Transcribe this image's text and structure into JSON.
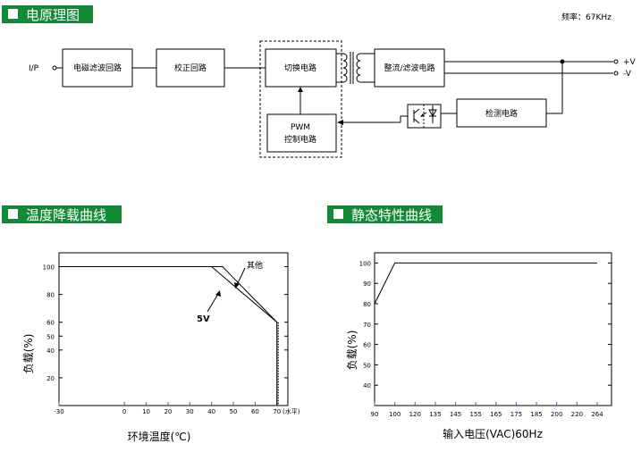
{
  "sections": {
    "principle_title": "电原理图",
    "derating_title": "温度降载曲线",
    "static_title": "静态特性曲线"
  },
  "block_diagram": {
    "frequency": "频率：67KHz",
    "input_label": "I/P",
    "output_pos": "+V",
    "output_neg": "-V",
    "blocks": {
      "emi_filter": "电磁滤波回路",
      "rectifier": "校正回路",
      "switching": "切换电路",
      "rectify_filter": "整流/滤波电路",
      "pwm_line1": "PWM",
      "pwm_line2": "控制电路",
      "detection": "检测电路"
    }
  },
  "chart_data": [
    {
      "type": "line",
      "title": "温度降载曲线",
      "xlabel": "环境温度(℃)",
      "ylabel": "负载(%)",
      "x_unit_note": "(水平)",
      "xlim": [
        -30,
        75
      ],
      "ylim": [
        0,
        110
      ],
      "x_ticks": [
        -30,
        0,
        10,
        20,
        30,
        40,
        50,
        60,
        70
      ],
      "y_ticks": [
        20,
        40,
        50,
        60,
        80,
        100
      ],
      "series": [
        {
          "name": "5V",
          "x": [
            -30,
            40,
            70,
            70
          ],
          "y": [
            100,
            100,
            60,
            0
          ]
        },
        {
          "name": "其他",
          "x": [
            -30,
            45,
            70,
            70
          ],
          "y": [
            100,
            100,
            60,
            0
          ]
        }
      ]
    },
    {
      "type": "line",
      "title": "静态特性曲线",
      "xlabel": "输入电压(VAC)60Hz",
      "ylabel": "负载(%)",
      "x_categories": [
        "90",
        "100",
        "120",
        "135",
        "145",
        "155",
        "165",
        "175",
        "185",
        "200",
        "220",
        "264"
      ],
      "ylim": [
        30,
        105
      ],
      "y_ticks": [
        40,
        50,
        60,
        70,
        80,
        90,
        100
      ],
      "series": [
        {
          "x": [
            "90",
            "100",
            "264"
          ],
          "y": [
            80,
            100,
            100
          ]
        }
      ]
    }
  ]
}
